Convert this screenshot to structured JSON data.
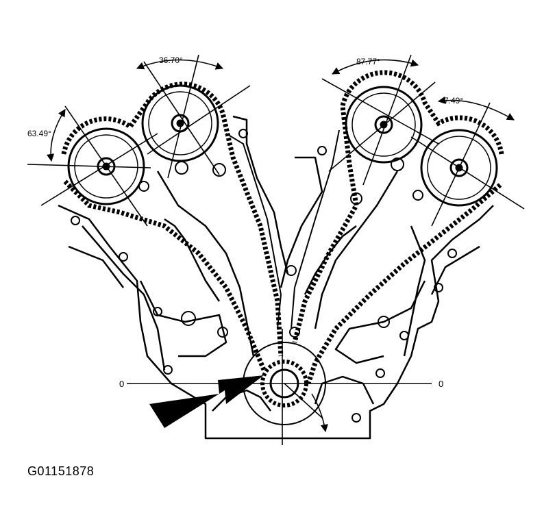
{
  "diagram": {
    "angles": {
      "left_outer": "63.49°",
      "left_inner": "36.70°",
      "right_inner": "87.77°",
      "right_outer": "7.49°"
    },
    "crank_reference_left": "0",
    "crank_reference_right": "0"
  },
  "figure_id": "G01151878",
  "colors": {
    "ink": "#000000",
    "background": "#ffffff"
  }
}
